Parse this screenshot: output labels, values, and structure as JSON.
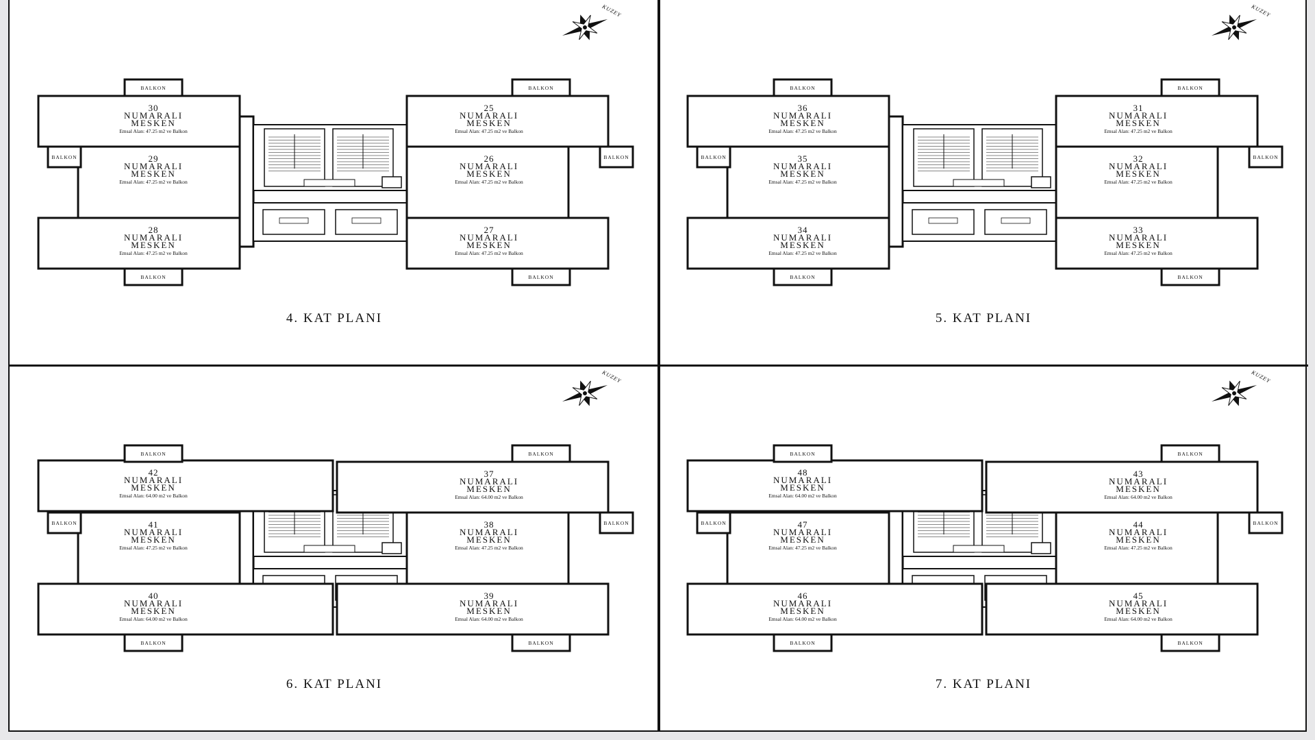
{
  "floors": [
    {
      "title": "4. KAT PLANI",
      "units": [
        {
          "num": "30",
          "area": "Emsal Alan: 47.25 m2 ve Balkon"
        },
        {
          "num": "29",
          "area": "Emsal Alan: 47.25 m2 ve Balkon"
        },
        {
          "num": "28",
          "area": "Emsal Alan: 47.25 m2 ve Balkon"
        },
        {
          "num": "25",
          "area": "Emsal Alan: 47.25 m2 ve Balkon"
        },
        {
          "num": "26",
          "area": "Emsal Alan: 47.25 m2 ve Balkon"
        },
        {
          "num": "27",
          "area": "Emsal Alan: 47.25 m2 ve Balkon"
        }
      ]
    },
    {
      "title": "5. KAT PLANI",
      "units": [
        {
          "num": "36",
          "area": "Emsal Alan: 47.25 m2 ve Balkon"
        },
        {
          "num": "35",
          "area": "Emsal Alan: 47.25 m2 ve Balkon"
        },
        {
          "num": "34",
          "area": "Emsal Alan: 47.25 m2 ve Balkon"
        },
        {
          "num": "31",
          "area": "Emsal Alan: 47.25 m2 ve Balkon"
        },
        {
          "num": "32",
          "area": "Emsal Alan: 47.25 m2 ve Balkon"
        },
        {
          "num": "33",
          "area": "Emsal Alan: 47.25 m2 ve Balkon"
        }
      ]
    },
    {
      "title": "6. KAT PLANI",
      "units": [
        {
          "num": "42",
          "area": "Emsal Alan: 64.00 m2 ve Balkon"
        },
        {
          "num": "41",
          "area": "Emsal Alan: 47.25 m2 ve Balkon"
        },
        {
          "num": "40",
          "area": "Emsal Alan: 64.00 m2 ve Balkon"
        },
        {
          "num": "37",
          "area": "Emsal Alan: 64.00 m2 ve Balkon"
        },
        {
          "num": "38",
          "area": "Emsal Alan: 47.25 m2 ve Balkon"
        },
        {
          "num": "39",
          "area": "Emsal Alan: 64.00 m2 ve Balkon"
        }
      ]
    },
    {
      "title": "7. KAT PLANI",
      "units": [
        {
          "num": "48",
          "area": "Emsal Alan: 64.00 m2 ve Balkon"
        },
        {
          "num": "47",
          "area": "Emsal Alan: 47.25 m2 ve Balkon"
        },
        {
          "num": "46",
          "area": "Emsal Alan: 64.00 m2 ve Balkon"
        },
        {
          "num": "43",
          "area": "Emsal Alan: 64.00 m2 ve Balkon"
        },
        {
          "num": "44",
          "area": "Emsal Alan: 47.25 m2 ve Balkon"
        },
        {
          "num": "45",
          "area": "Emsal Alan: 64.00 m2 ve Balkon"
        }
      ]
    }
  ],
  "labels": {
    "numarali": "NUMARALI",
    "mesken": "MESKEN",
    "balkon": "BALKON",
    "kuzey": "KUZEY"
  },
  "icons": {
    "north": "compass-rose-icon"
  },
  "colors": {
    "line": "#111111",
    "paper": "#ffffff"
  }
}
